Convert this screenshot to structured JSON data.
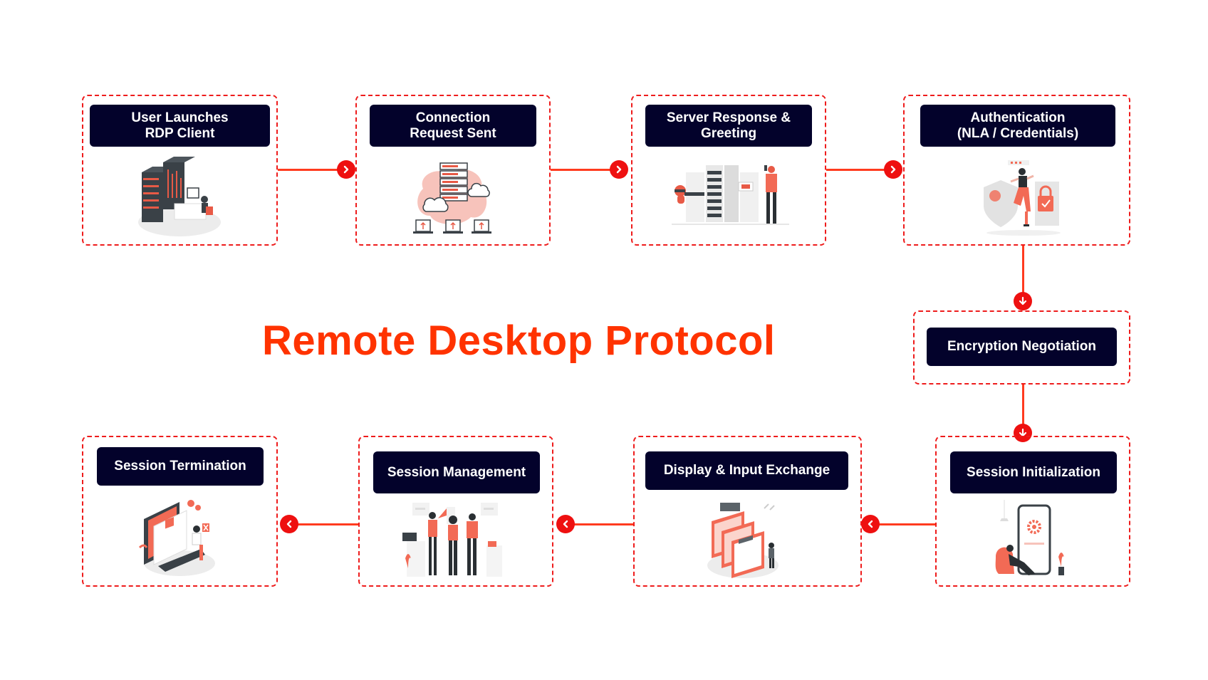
{
  "diagram": {
    "title": "Remote Desktop Protocol",
    "colors": {
      "accent": "#ff3300",
      "dashed_border": "#ee1c1c",
      "label_bg": "#03022b",
      "label_text": "#ffffff",
      "connector": "#ff3b1f"
    },
    "steps": [
      {
        "id": 1,
        "label": "User Launches\nRDP Client",
        "illustration": "server-racks-user-at-desk-icon"
      },
      {
        "id": 2,
        "label": "Connection\nRequest Sent",
        "illustration": "cloud-server-network-icon"
      },
      {
        "id": 3,
        "label": "Server Response &\nGreeting",
        "illustration": "server-robot-person-icon"
      },
      {
        "id": 4,
        "label": "Authentication\n(NLA / Credentials)",
        "illustration": "woman-shield-padlock-icon"
      },
      {
        "id": 5,
        "label": "Encryption Negotiation",
        "illustration": null
      },
      {
        "id": 6,
        "label": "Session Initialization",
        "illustration": "person-phone-gear-icon"
      },
      {
        "id": 7,
        "label": "Display & Input Exchange",
        "illustration": "browser-windows-stack-icon"
      },
      {
        "id": 8,
        "label": "Session Management",
        "illustration": "team-people-icon"
      },
      {
        "id": 9,
        "label": "Session Termination",
        "illustration": "laptop-person-close-icon"
      }
    ],
    "flow": [
      {
        "from": 1,
        "to": 2,
        "direction": "right"
      },
      {
        "from": 2,
        "to": 3,
        "direction": "right"
      },
      {
        "from": 3,
        "to": 4,
        "direction": "right"
      },
      {
        "from": 4,
        "to": 5,
        "direction": "down"
      },
      {
        "from": 5,
        "to": 6,
        "direction": "down"
      },
      {
        "from": 6,
        "to": 7,
        "direction": "left"
      },
      {
        "from": 7,
        "to": 8,
        "direction": "left"
      },
      {
        "from": 8,
        "to": 9,
        "direction": "left"
      }
    ]
  }
}
